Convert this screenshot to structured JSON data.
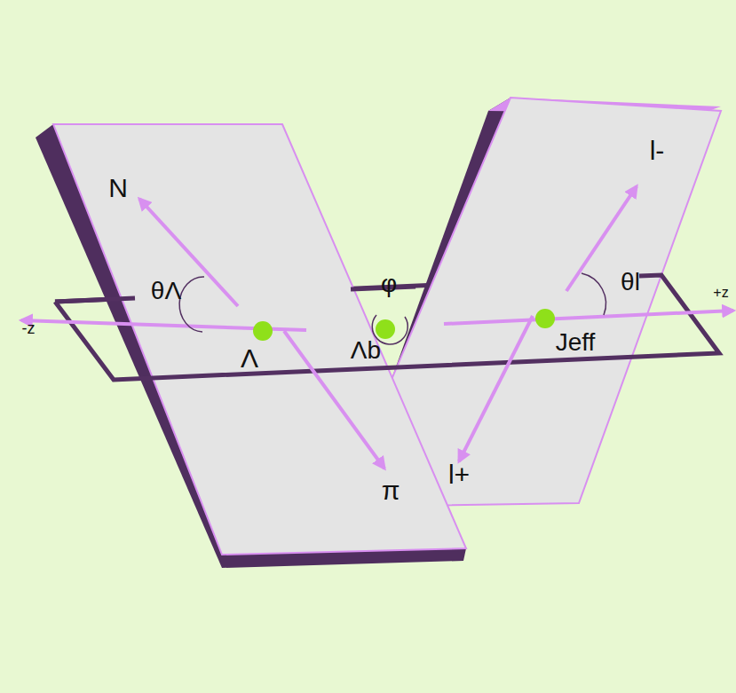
{
  "diagram": {
    "labels": [
      "N",
      "θΛ",
      "Λ",
      "π",
      "-z",
      "φ",
      "Λb",
      "l-",
      "θl",
      "+z",
      "Jeff",
      "l+"
    ]
  }
}
